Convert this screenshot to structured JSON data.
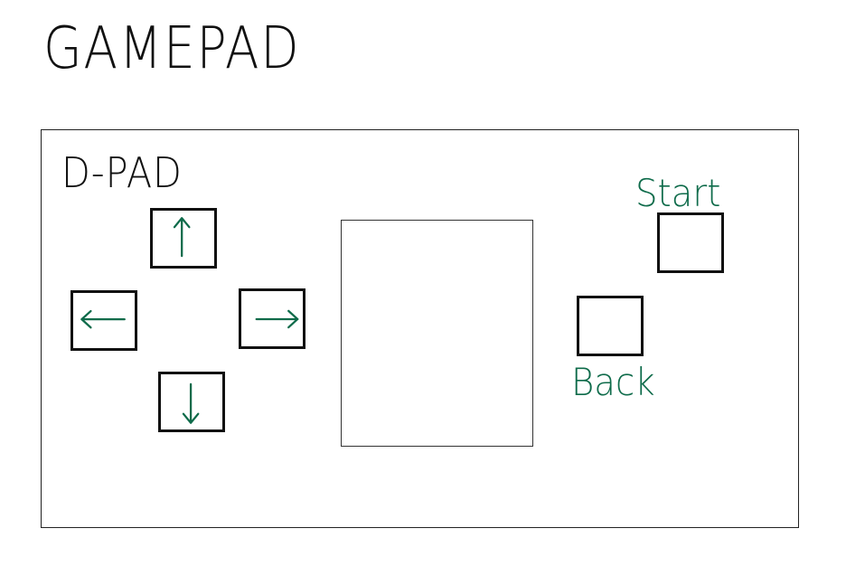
{
  "title": "GAMEPAD",
  "dpad": {
    "label": "D-PAD",
    "up_icon": "arrow-up-icon",
    "left_icon": "arrow-left-icon",
    "right_icon": "arrow-right-icon",
    "down_icon": "arrow-down-icon"
  },
  "buttons": {
    "start_label": "Start",
    "back_label": "Back"
  },
  "colors": {
    "ink": "#111111",
    "accent_green": "#0e6b4a"
  }
}
